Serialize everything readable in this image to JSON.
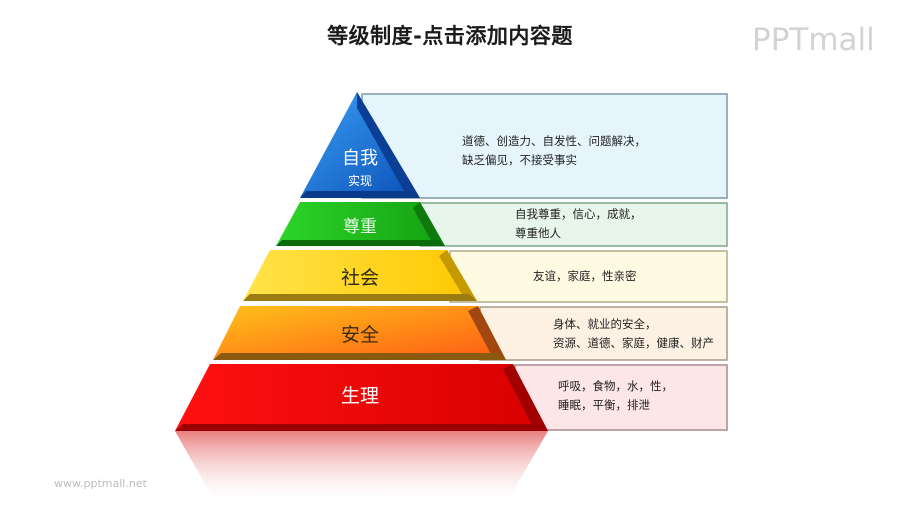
{
  "header": {
    "title": "等级制度-点击添加内容题",
    "logo": "PPTmall"
  },
  "footer": {
    "url_text": "www.pptmall.net"
  },
  "pyramid": {
    "levels": [
      {
        "id": "self-actualization",
        "label_line1": "自我",
        "label_line2": "实现",
        "color": "#1a6fd6",
        "box_color": "#e6f4fb",
        "description_line1": "道德、创造力、自发性、问题解决，",
        "description_line2": "缺乏偏见，不接受事实"
      },
      {
        "id": "esteem",
        "label_line1": "尊重",
        "color": "#22b11e",
        "box_color": "#e7f5ea",
        "description_line1": "自我尊重，信心，成就，",
        "description_line2": "尊重他人"
      },
      {
        "id": "social",
        "label_line1": "社会",
        "color": "#ffd400",
        "box_color": "#fffbe3",
        "description_line1": "友谊，家庭，性亲密"
      },
      {
        "id": "safety",
        "label_line1": "安全",
        "color": "#ff8a00",
        "box_color": "#fdf1e3",
        "description_line1": "身体、就业的安全，",
        "description_line2": "资源、道德、家庭，健康、财产"
      },
      {
        "id": "physiological",
        "label_line1": "生理",
        "color": "#e80000",
        "box_color": "#fde6e8",
        "description_line1": "呼吸，食物，水，性，",
        "description_line2": "睡眠，平衡，排泄"
      }
    ]
  }
}
